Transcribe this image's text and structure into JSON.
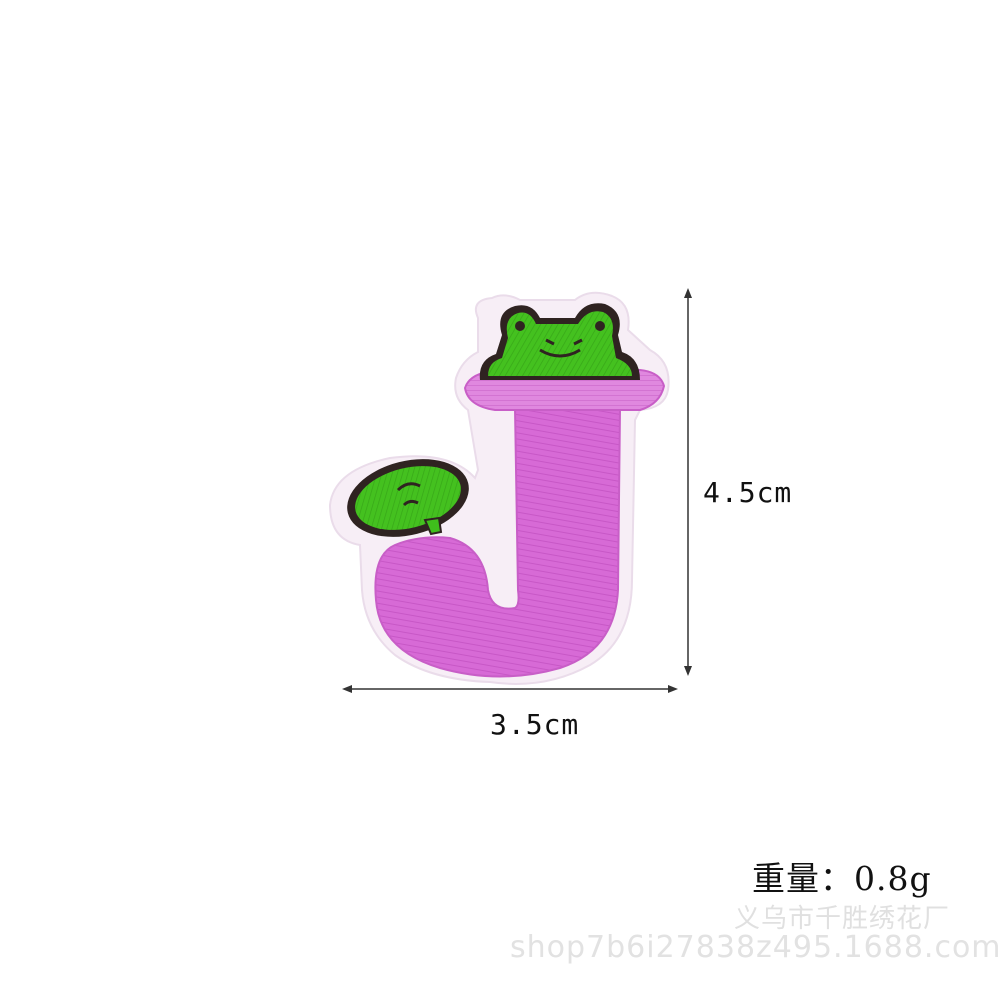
{
  "product": {
    "height_label": "4.5cm",
    "width_label": "3.5cm",
    "weight_label": "重量：0.8g"
  },
  "watermark": {
    "shop_name": "义乌市千胜绣花厂",
    "url": "shop7b6i27838z495.1688.com"
  },
  "colors": {
    "patch_pink": "#d76ad6",
    "patch_green": "#3fbf1c",
    "patch_outline": "#2f2321",
    "felt_backing": "#f7eef6",
    "dimension_line": "#333333"
  }
}
